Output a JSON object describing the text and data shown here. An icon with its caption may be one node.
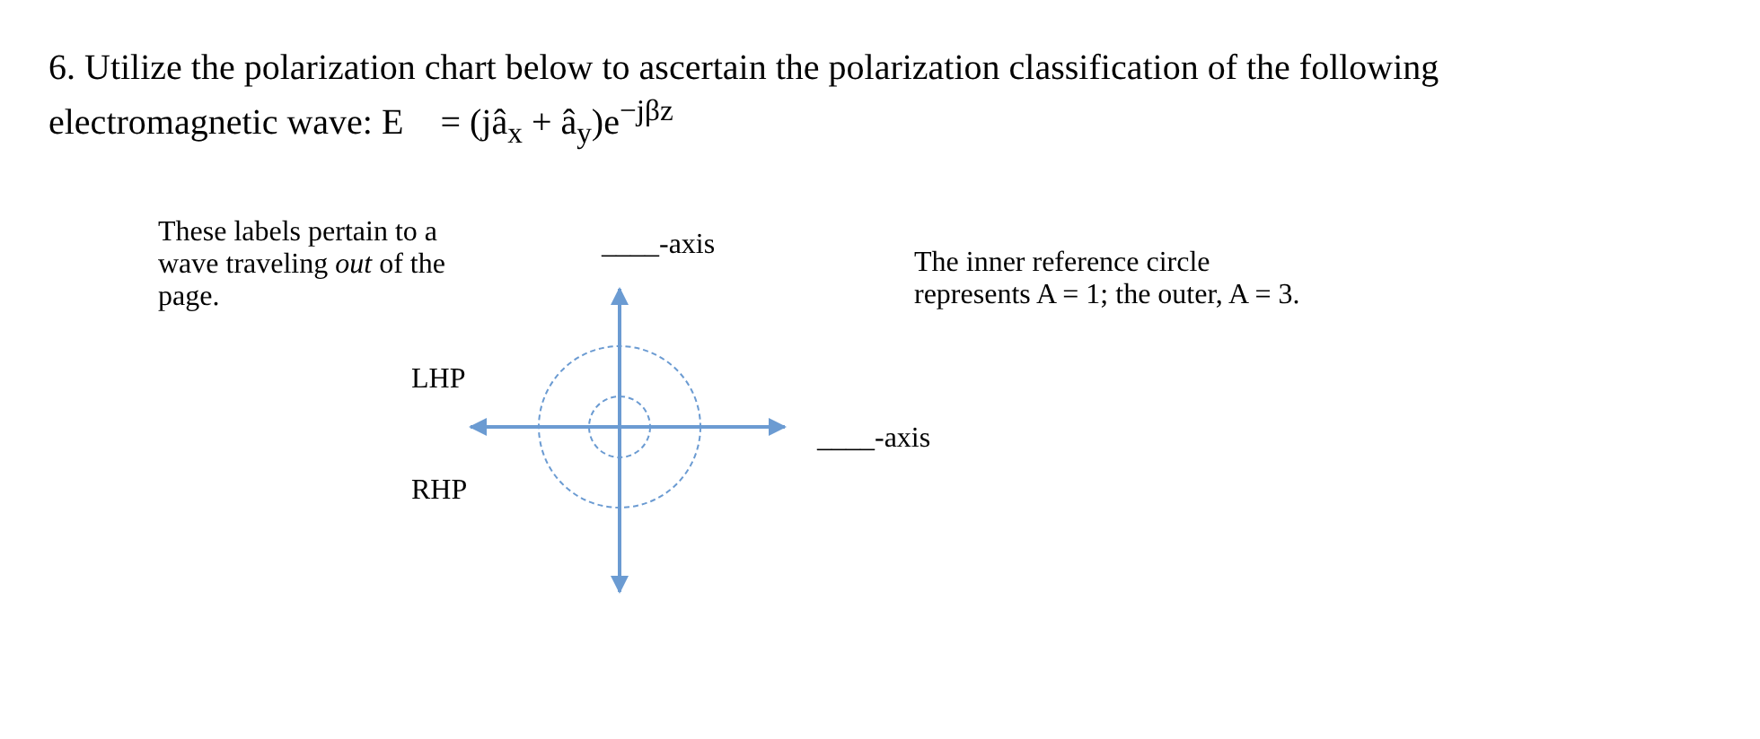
{
  "diagram": {
    "title": "6. Utilize the polarization chart below to ascertain the polarization classification of the following electromagnetic wave: E⃗ = (jâ$_{x}$ + â$_{y}$)e$^{−jβz}$",
    "labels": [
      "These labels pertain to a wave traveling *out* of the page.",
      "____-axis",
      "The inner reference circle represents A = 1; the outer, A = 3.",
      "LHP",
      "____-axis",
      "RHP"
    ]
  }
}
